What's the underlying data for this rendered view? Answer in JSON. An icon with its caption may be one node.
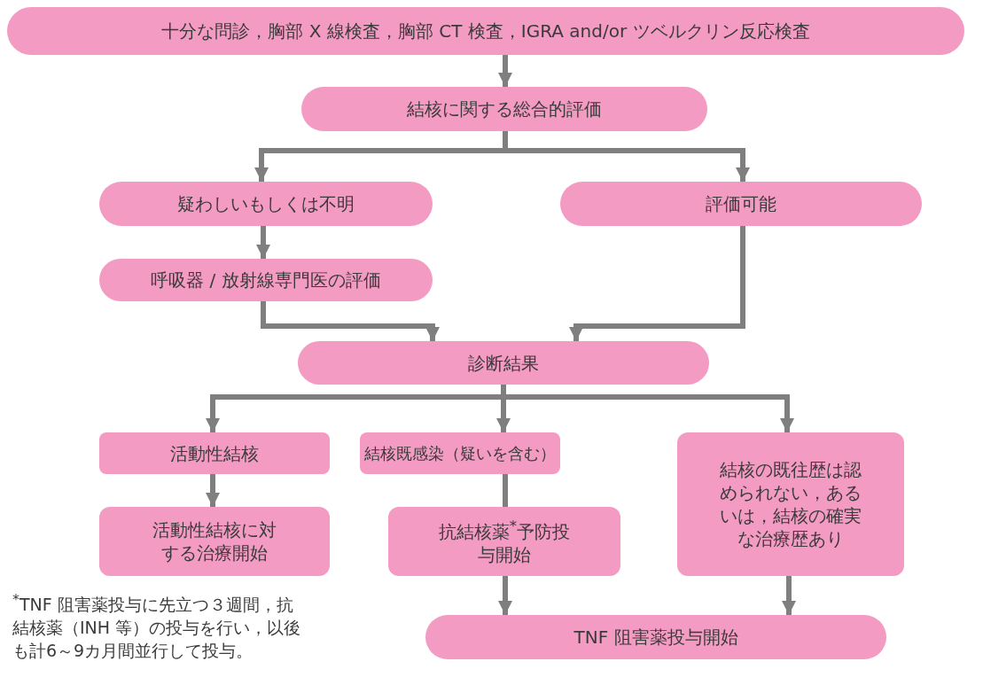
{
  "diagram": {
    "nodes": [
      {
        "text": [
          "十分な問診，胸部 X 線検査，胸部 CT 検査，IGRA and/or ツベルクリン反応検査"
        ]
      },
      {
        "text": [
          "結核に関する総合的評価"
        ]
      },
      {
        "text": [
          "疑わしいもしくは不明"
        ]
      },
      {
        "text": [
          "評価可能"
        ]
      },
      {
        "text": [
          "呼吸器 / 放射線専門医の評価"
        ]
      },
      {
        "text": [
          "診断結果"
        ]
      },
      {
        "text": [
          "活動性結核"
        ]
      },
      {
        "text": [
          "結核既感染（疑いを含む）"
        ]
      },
      {
        "text": [
          "結核の既往歴は認められない，あるいは，結核の確実な治療歴あり"
        ]
      },
      {
        "text": [
          "活動性結核に対する治療開始"
        ]
      },
      {
        "text": [
          "抗結核薬$^{*}$予防投与開始"
        ]
      },
      {
        "text": [
          "TNF 阻害薬投与開始"
        ]
      }
    ],
    "edges": [
      {
        "from": 0,
        "to": 1,
        "arrow": "to"
      },
      {
        "from": 1,
        "to": 2,
        "arrow": "to"
      },
      {
        "from": 1,
        "to": 3,
        "arrow": "to"
      },
      {
        "from": 2,
        "to": 4,
        "arrow": "to"
      },
      {
        "from": 4,
        "to": 5,
        "arrow": "to"
      },
      {
        "from": 3,
        "to": 5,
        "arrow": "to"
      },
      {
        "from": 5,
        "to": 6,
        "arrow": "to"
      },
      {
        "from": 5,
        "to": 7,
        "arrow": "to"
      },
      {
        "from": 5,
        "to": 8,
        "arrow": "to"
      },
      {
        "from": 6,
        "to": 9,
        "arrow": "to"
      },
      {
        "from": 7,
        "to": 10,
        "arrow": "to"
      },
      {
        "from": 10,
        "to": 11,
        "arrow": "to"
      },
      {
        "from": 8,
        "to": 11,
        "arrow": "to"
      }
    ],
    "labels": [
      "$^{*}$TNF 阻害薬投与に先立つ３週間，抗結核薬（INH 等）の投与を行い，以後も計6～9カ月間並行して投与。"
    ]
  }
}
